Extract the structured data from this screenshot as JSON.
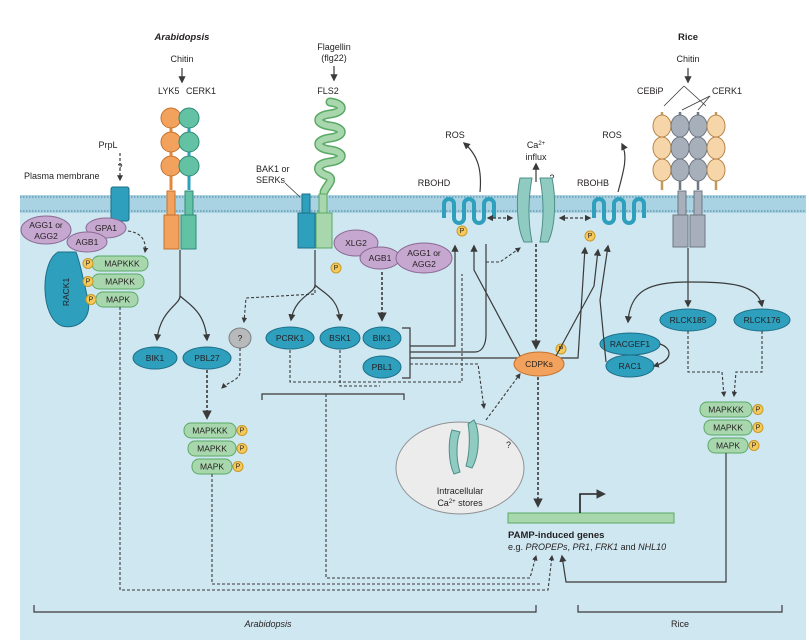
{
  "titles": {
    "arabidopsis": "Arabidopsis",
    "rice": "Rice",
    "plasma_membrane": "Plasma membrane"
  },
  "ligands": {
    "chitin_left": "Chitin",
    "flagellin": "Flagellin",
    "flg22": "(flg22)",
    "chitin_right": "Chitin"
  },
  "receptors": {
    "lyk5": "LYK5",
    "cerk1_left": "CERK1",
    "fls2": "FLS2",
    "bak1": "BAK1 or",
    "serks": "SERKs",
    "prpl": "PrpL",
    "cebip": "CEBiP",
    "cerk1_right": "CERK1",
    "question": "?"
  },
  "channels": {
    "ros_left": "ROS",
    "ros_right": "ROS",
    "ca": "Ca",
    "ca_sup": "2+",
    "influx": "influx",
    "rbohd": "RBOHD",
    "rbohb": "RBOHB"
  },
  "proteins": {
    "agg_left": "AGG1 or",
    "agg_left2": "AGG2",
    "gpa1": "GPA1",
    "agb1_left": "AGB1",
    "rack1": "RACK1",
    "mapkkk": "MAPKKK",
    "mapkk": "MAPKK",
    "mapk": "MAPK",
    "xlg2": "XLG2",
    "agb1_mid": "AGB1",
    "agg_mid": "AGG1 or",
    "agg_mid2": "AGG2",
    "bik1_left": "BIK1",
    "pbl27": "PBL27",
    "unknown": "?",
    "pcrk1": "PCRK1",
    "bsk1": "BSK1",
    "bik1_mid": "BIK1",
    "pbl1": "PBL1",
    "cdpks": "CDPKs",
    "racgef1": "RACGEF1",
    "rac1": "RAC1",
    "rlck185": "RLCK185",
    "rlck176": "RLCK176",
    "p": "P"
  },
  "stores": {
    "line1": "Intracellular",
    "line2": "Ca",
    "line2_sup": "2+",
    "line2_end": " stores",
    "question": "?"
  },
  "genes": {
    "title": "PAMP-induced genes",
    "eg": "e.g. ",
    "propeps": "PROPEPs",
    "pr1": "PR1",
    "frk1": "FRK1",
    "and": " and ",
    "nhl10": "NHL10",
    "comma": ", "
  },
  "colors": {
    "cytoplasm": "#cfe7f1",
    "membrane": "#a9d3e3",
    "teal": "#2f9fbe",
    "teal_light": "#5fbad3",
    "green": "#a9d7ad",
    "green_dark": "#5aa965",
    "orange": "#f2a25c",
    "lavender": "#c6a7cf",
    "grey": "#b8b9bb",
    "bead_grey": "#a7afbb",
    "bead_cream": "#f6d6a8",
    "phospho": "#f6c95c"
  }
}
